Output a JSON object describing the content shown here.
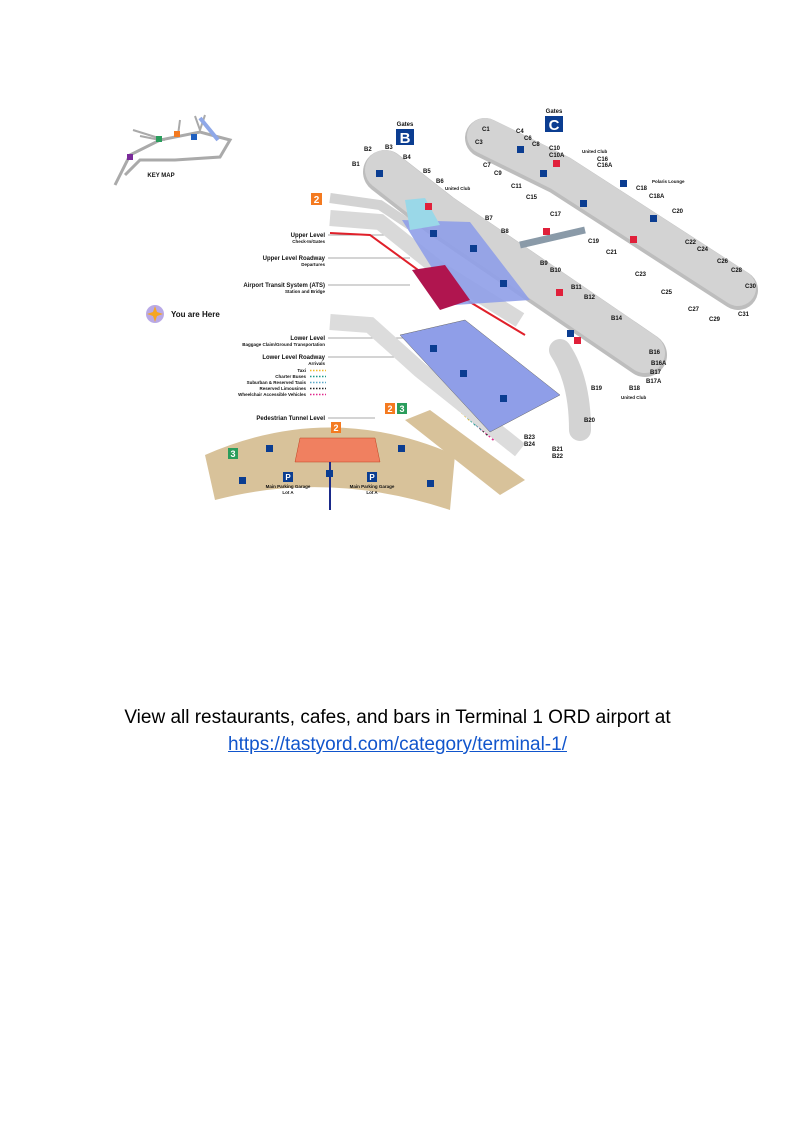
{
  "map": {
    "key_map_label": "KEY MAP",
    "you_are_here": "You are Here",
    "gates_heading": "Gates",
    "concourse_b": "B",
    "concourse_c": "C",
    "to_terminal_2": "2",
    "to_terminal_3": "3",
    "levels": {
      "upper_level": "Upper Level",
      "upper_level_sub": "Check-In/Gates",
      "upper_roadway": "Upper Level Roadway",
      "upper_roadway_sub": "Departures",
      "ats": "Airport Transit System (ATS)",
      "ats_sub": "Station and Bridge",
      "lower_level": "Lower Level",
      "lower_level_sub": "Baggage Claim/Ground Transportation",
      "lower_roadway": "Lower Level Roadway",
      "lower_roadway_sub": "Arrivals",
      "pedestrian_tunnel": "Pedestrian Tunnel Level"
    },
    "transport_legend": [
      {
        "label": "Taxi",
        "color": "#f2b928"
      },
      {
        "label": "Charter Buses",
        "color": "#1f9a8a"
      },
      {
        "label": "Suburban & Reserved Taxis",
        "color": "#5aa8c8"
      },
      {
        "label": "Reserved Limousines",
        "color": "#222222"
      },
      {
        "label": "Wheelchair Accessible Vehicles",
        "color": "#e0288c"
      }
    ],
    "parking": {
      "p": "P",
      "garage_left": "Main Parking Garage",
      "garage_right": "Main Parking Garage",
      "lot": "Lot A"
    },
    "clubs": {
      "united_club": "United Club",
      "polaris": "Polaris Lounge"
    },
    "gates_b": [
      "B1",
      "B2",
      "B3",
      "B4",
      "B5",
      "B6",
      "B7",
      "B8",
      "B9",
      "B10",
      "B11",
      "B12",
      "B14",
      "B16",
      "B16A",
      "B17",
      "B17A",
      "B18",
      "B19",
      "B20",
      "B21",
      "B22",
      "B23",
      "B24"
    ],
    "gates_c": [
      "C1",
      "C3",
      "C4",
      "C6",
      "C8",
      "C10",
      "C10A",
      "C16",
      "C16A",
      "C18",
      "C18A",
      "C20",
      "C7",
      "C9",
      "C11",
      "C15",
      "C17",
      "C19",
      "C21",
      "C22",
      "C24",
      "C23",
      "C26",
      "C28",
      "C25",
      "C30",
      "C27",
      "C29",
      "C31"
    ],
    "colors": {
      "concourse": "#d3d3d3",
      "level_blue": "#8f9ee8",
      "ats": "#b0154f",
      "parking": "#d8c29a",
      "icon_blue": "#0b3d91",
      "t2": "#f47a20",
      "t3": "#2a9d5c"
    }
  },
  "caption": {
    "text": "View all restaurants, cafes, and bars in Terminal 1 ORD airport at",
    "link": "https://tastyord.com/category/terminal-1/"
  }
}
